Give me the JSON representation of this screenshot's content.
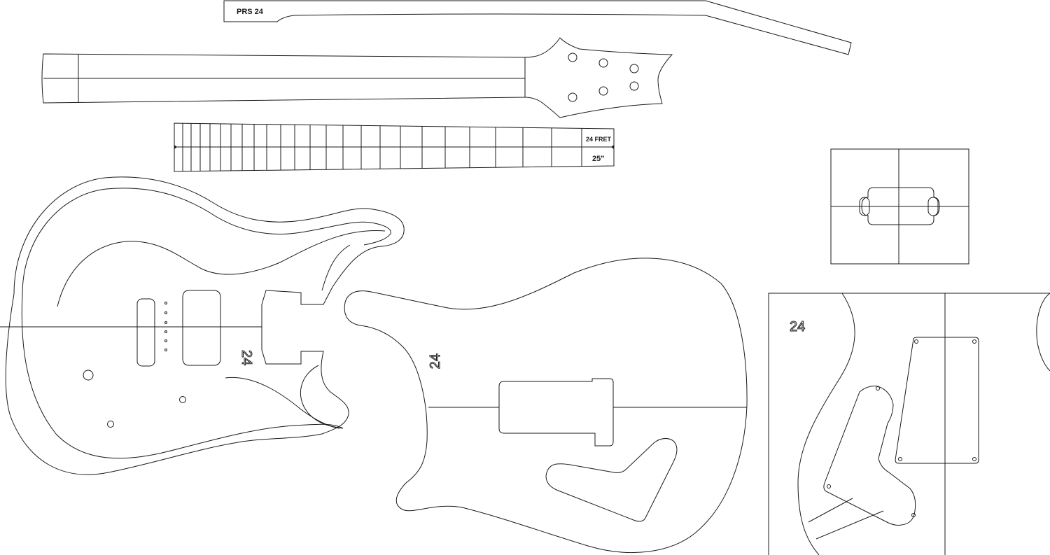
{
  "neck_side_label": "PRS 24",
  "fretboard": {
    "fret_label": "24 FRET",
    "scale_label": "25\""
  },
  "body_numbers": {
    "body_top": "24",
    "body_back": "24",
    "cover_plate": "24"
  },
  "line_color": "#1a1a1a",
  "background": "#ffffff"
}
